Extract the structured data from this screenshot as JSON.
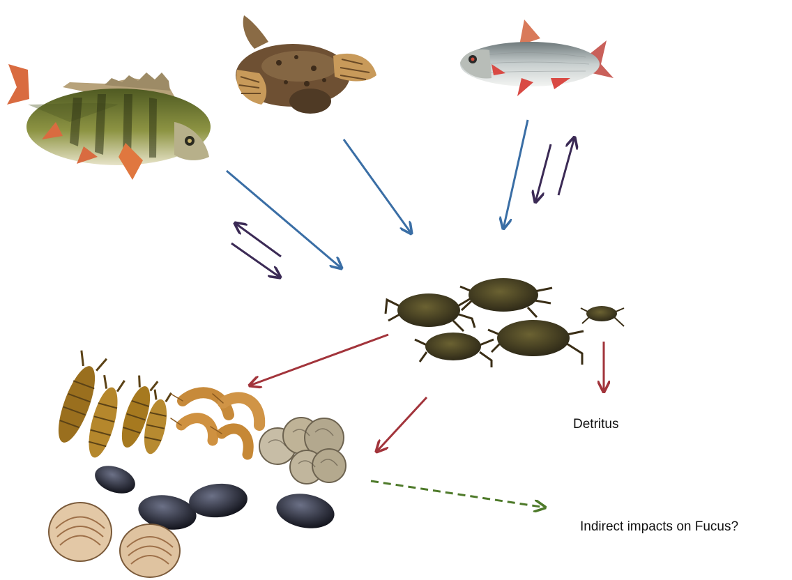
{
  "labels": {
    "detritus": "Detritus",
    "indirect": "Indirect impacts on Fucus?"
  },
  "organisms": {
    "predators": [
      "perch",
      "sculpin",
      "roach"
    ],
    "middle": "crabs",
    "prey": [
      "isopods",
      "amphipods",
      "snails",
      "mussels",
      "cockles"
    ]
  },
  "colors": {
    "predation_arrow": "#3a6ea5",
    "feedback_arrow": "#3b2a55",
    "crab_effect_arrow": "#a2343b",
    "indirect_arrow": "#4e7a2a"
  }
}
